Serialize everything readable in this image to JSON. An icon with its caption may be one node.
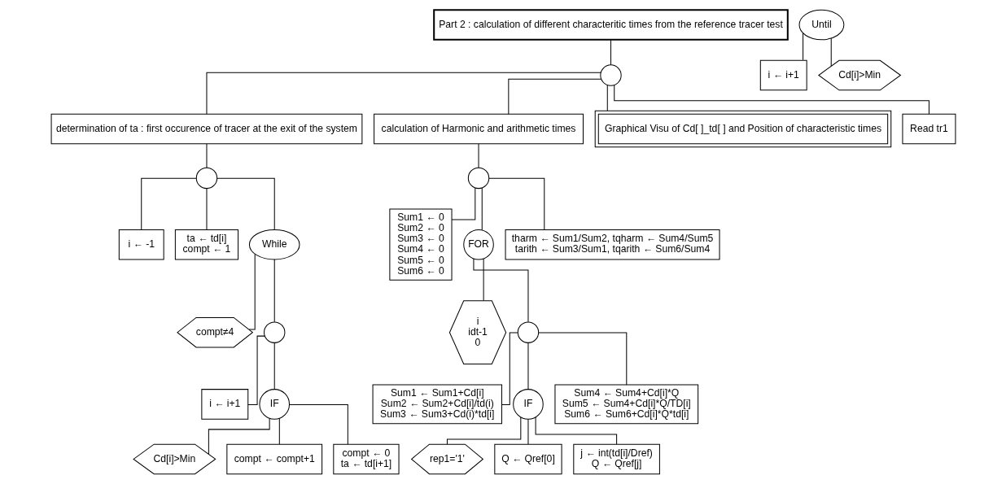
{
  "diagram": {
    "nodes": [
      {
        "text": [
          "Part 2 : calculation of different characteritic times from the reference tracer test"
        ]
      },
      {
        "text": [],
        "shape": "circle"
      },
      {
        "text": [
          "determination of ta : first occurence of tracer at the exit of the system"
        ]
      },
      {
        "text": [
          "calculation of Harmonic and arithmetic times"
        ]
      },
      {
        "text": [
          "Graphical Visu of Cd[ ]_td[ ] and Position of characteristic times"
        ]
      },
      {
        "text": [
          "Read tr1"
        ]
      },
      {
        "text": [],
        "shape": "circle"
      },
      {
        "text": [
          "i ← -1"
        ]
      },
      {
        "text": [
          "ta ← td[i]",
          "compt ← 1"
        ]
      },
      {
        "text": [
          "While"
        ]
      },
      {
        "text": [
          "Until"
        ]
      },
      {
        "text": [
          "i ← i+1"
        ]
      },
      {
        "text": [
          "Cd[i]>Min"
        ]
      },
      {
        "text": [
          "compt≠4"
        ]
      },
      {
        "text": [],
        "shape": "circle"
      },
      {
        "text": [
          "i ← i+1"
        ]
      },
      {
        "text": [
          "IF"
        ]
      },
      {
        "text": [
          "Cd[i]>Min"
        ]
      },
      {
        "text": [
          "compt ← compt+1"
        ]
      },
      {
        "text": [
          "compt ← 0",
          "ta ← td[i+1]"
        ]
      },
      {
        "text": [],
        "shape": "circle"
      },
      {
        "text": [
          "Sum1 ← 0",
          "Sum2 ← 0",
          "Sum3 ← 0",
          "Sum4 ← 0",
          "Sum5 ← 0",
          "Sum6 ← 0"
        ]
      },
      {
        "text": [
          "FOR"
        ]
      },
      {
        "text": [
          "tharm ← Sum1/Sum2, tqharm ← Sum4/Sum5",
          "tarith ← Sum3/Sum1, tqarith ← Sum6/Sum4"
        ]
      },
      {
        "text": [
          "i",
          "idt-1",
          "0"
        ]
      },
      {
        "text": [],
        "shape": "circle"
      },
      {
        "text": [
          "Sum1 ← Sum1+Cd[i]",
          "Sum2 ← Sum2+Cd[i]/td(i)",
          "Sum3 ← Sum3+Cd(i)*td[i]"
        ]
      },
      {
        "text": [
          "IF"
        ]
      },
      {
        "text": [
          "Sum4 ← Sum4+Cd[i]*Q",
          "Sum5 ← Sum4+Cd[i]*Q/TD[i]",
          "Sum6 ← Sum6+Cd[i]*Q*td[i]"
        ]
      },
      {
        "text": [
          "rep1='1'"
        ]
      },
      {
        "text": [
          "Q ← Qref[0]"
        ]
      },
      {
        "text": [
          "j ← int(td[i]/Dref)",
          "Q ← Qref[j]"
        ]
      }
    ],
    "edges": [
      {
        "from": 0,
        "to": 1,
        "arrow": "none"
      },
      {
        "from": 1,
        "to": 2,
        "arrow": "none"
      },
      {
        "from": 1,
        "to": 3,
        "arrow": "none"
      },
      {
        "from": 1,
        "to": 4,
        "arrow": "none"
      },
      {
        "from": 1,
        "to": 5,
        "arrow": "none"
      },
      {
        "from": 2,
        "to": 6,
        "arrow": "none"
      },
      {
        "from": 6,
        "to": 7,
        "arrow": "none"
      },
      {
        "from": 6,
        "to": 8,
        "arrow": "none"
      },
      {
        "from": 6,
        "to": 9,
        "arrow": "none"
      },
      {
        "from": 10,
        "to": 11,
        "arrow": "none"
      },
      {
        "from": 10,
        "to": 12,
        "arrow": "none"
      },
      {
        "from": 9,
        "to": 13,
        "arrow": "none"
      },
      {
        "from": 9,
        "to": 14,
        "arrow": "none"
      },
      {
        "from": 14,
        "to": 15,
        "arrow": "none"
      },
      {
        "from": 14,
        "to": 16,
        "arrow": "none"
      },
      {
        "from": 16,
        "to": 17,
        "arrow": "none"
      },
      {
        "from": 16,
        "to": 18,
        "arrow": "none"
      },
      {
        "from": 16,
        "to": 19,
        "arrow": "none"
      },
      {
        "from": 3,
        "to": 20,
        "arrow": "none"
      },
      {
        "from": 20,
        "to": 21,
        "arrow": "none"
      },
      {
        "from": 20,
        "to": 22,
        "arrow": "none"
      },
      {
        "from": 20,
        "to": 23,
        "arrow": "none"
      },
      {
        "from": 22,
        "to": 24,
        "arrow": "none"
      },
      {
        "from": 22,
        "to": 25,
        "arrow": "none"
      },
      {
        "from": 25,
        "to": 26,
        "arrow": "none"
      },
      {
        "from": 25,
        "to": 27,
        "arrow": "none"
      },
      {
        "from": 25,
        "to": 28,
        "arrow": "none"
      },
      {
        "from": 27,
        "to": 29,
        "arrow": "none"
      },
      {
        "from": 27,
        "to": 30,
        "arrow": "none"
      },
      {
        "from": 27,
        "to": 31,
        "arrow": "none"
      }
    ]
  }
}
